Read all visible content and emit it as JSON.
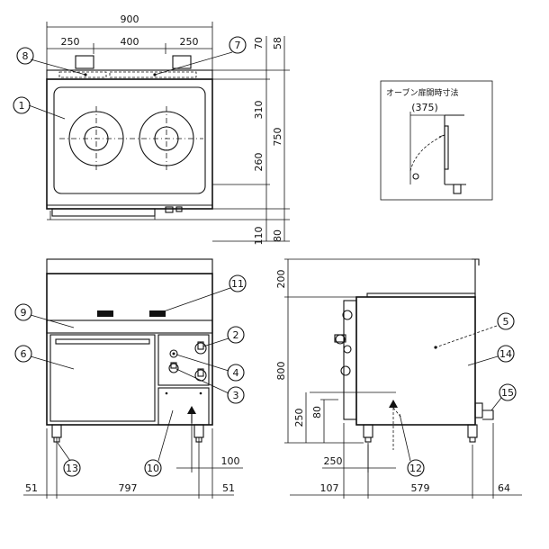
{
  "top_view": {
    "dims": {
      "total_width": "900",
      "left": "250",
      "middle": "400",
      "right": "250",
      "r1": "70",
      "r2": "58",
      "r3": "310",
      "r4": "750",
      "r5": "260",
      "r6": "110",
      "r7": "80"
    }
  },
  "oven_detail": {
    "title": "オーブン扉開時寸法",
    "dim": "(375)"
  },
  "front_view": {
    "dims": {
      "d51_left": "51",
      "d797": "797",
      "d51_right": "51",
      "d100": "100"
    }
  },
  "side_view": {
    "dims": {
      "d200": "200",
      "d800": "800",
      "d250_v": "250",
      "d80": "80",
      "d250_h": "250",
      "d107": "107",
      "d579": "579",
      "d64": "64"
    }
  },
  "callouts": [
    "1",
    "2",
    "3",
    "4",
    "5",
    "6",
    "7",
    "8",
    "9",
    "10",
    "11",
    "12",
    "13",
    "14",
    "15"
  ]
}
